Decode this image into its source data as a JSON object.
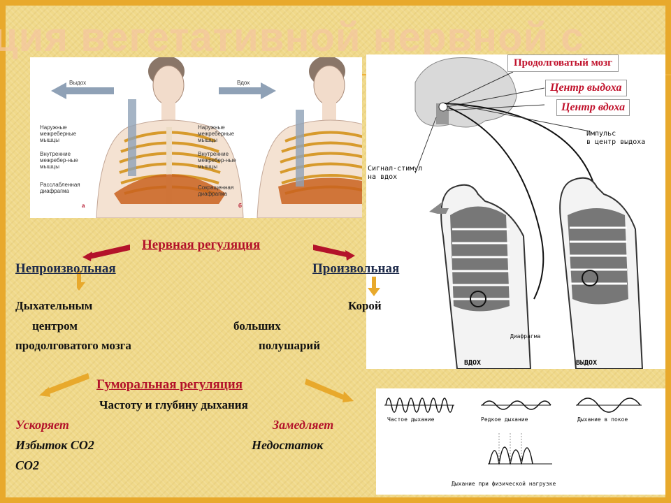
{
  "slide": {
    "title": "ция вегетативной нервной с",
    "colors": {
      "accent": "#e8a92c",
      "red": "#b3122a",
      "background": "#f0d98a"
    }
  },
  "figure_left": {
    "label_exhale": "Выдох",
    "label_inhale": "Вдох",
    "label_ext_muscles": "Наружные межреберные мышцы",
    "label_int_muscles": "Внутренние межребер-ные мышцы",
    "label_relaxed": "Расслабленная диафрагма",
    "label_contracted": "Сокращенная диафрагма",
    "label_a": "а",
    "label_b": "б"
  },
  "figure_right": {
    "callout_medulla": "Продолговатый мозг",
    "callout_exhale_center": "Центр выдоха",
    "callout_inhale_center": "Центр вдоха",
    "label_impulse": "Импульс\nв центр выдоха",
    "label_signal": "Сигнал-стимул\nна вдох",
    "label_diaphragm": "Диафрагма",
    "label_inhale": "ВДОХ",
    "label_exhale": "ВЫДОХ"
  },
  "nervous": {
    "title": "Нервная регуляция",
    "involuntary": "Непроизвольная",
    "voluntary": "Произвольная",
    "inv_line1": "Дыхательным",
    "inv_line2": "центром",
    "inv_line3": "продолговатого мозга",
    "vol_line1": "Корой",
    "vol_line2": "больших",
    "vol_line3": "полушарий"
  },
  "humoral": {
    "title": "Гуморальная регуляция",
    "subtitle": "Частоту и глубину дыхания",
    "speeds_up": "Ускоряет",
    "slows_down": "Замедляет",
    "excess_co2_a": "Избыток СО2",
    "excess_co2_b": "СО2",
    "deficit": "Недостаток"
  },
  "waves": {
    "frequent": "Частое дыхание",
    "rare": "Редкое дыхание",
    "rest": "Дыхание в покое",
    "exercise": "Дыхание при физической нагрузке"
  }
}
